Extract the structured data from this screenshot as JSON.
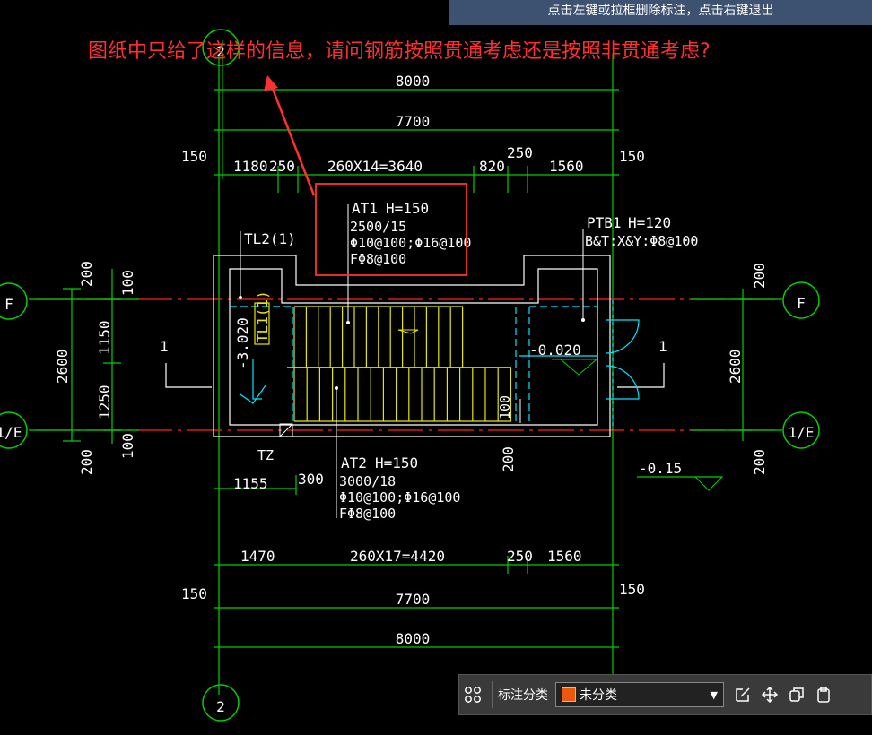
{
  "hint": {
    "text": "点击左键或拉框删除标注，点击右键退出"
  },
  "question": {
    "text": "图纸中只给了这样的信息，请问钢筋按照贯通考虑还是按照非贯通考虑?"
  },
  "axes": {
    "top": "2",
    "bottom": "2",
    "left_f": "F",
    "left_e": "1/E",
    "right_f": "F",
    "right_e": "1/E"
  },
  "dims": {
    "top_total": "8000",
    "top_inner": "7700",
    "top_left_offset": "150",
    "top_right_offset": "150",
    "top_seg1": "1180",
    "top_seg2": "250",
    "top_stair": "260X14=3640",
    "top_seg4": "820",
    "top_seg5": "250",
    "top_seg6": "1560",
    "bot_seg1": "1470",
    "bot_stair": "260X17=4420",
    "bot_seg3": "250",
    "bot_seg4": "1560",
    "bot_inner": "7700",
    "bot_total": "8000",
    "bot_left_offset": "150",
    "bot_right_offset": "150",
    "left_total": "2600",
    "left_upper": "1150",
    "left_lower": "1250",
    "left_top": "200",
    "left_top_small": "100",
    "left_bottom": "200",
    "left_bottom_small": "100",
    "right_total": "2600",
    "right_top": "200",
    "right_bottom": "200",
    "mid_1155": "1155",
    "mid_300": "300",
    "mid_200": "200",
    "mid_100": "100"
  },
  "labels": {
    "at1_name": "AT1",
    "at1_h": "H=150",
    "at1_line2": "2500/15",
    "at1_line3": "Φ10@100;Φ16@100",
    "at1_line4": "FΦ8@100",
    "at2_name": "AT2",
    "at2_h": "H=150",
    "at2_line2": "3000/18",
    "at2_line3": "Φ10@100;Φ16@100",
    "at2_line4": "FΦ8@100",
    "ptb1_name": "PTB1",
    "ptb1_h": "H=120",
    "ptb1_line2": "B&T:X&Y:Φ8@100",
    "tl2": "TL2(1)",
    "tl1": "TL1(1)",
    "tz": "TZ",
    "elev_left": "-3.020",
    "elev_right": "-0.020",
    "elev_out": "-0.15",
    "section_left": "1",
    "section_right": "1"
  },
  "toolbar": {
    "label": "标注分类",
    "selected": "未分类",
    "swatch_color": "#e8590c"
  },
  "colors": {
    "dim": "#00d000",
    "axis_line": "#ff2020",
    "stair": "#e6e600",
    "cyan": "#00e5ff",
    "annot": "#ff3030"
  }
}
